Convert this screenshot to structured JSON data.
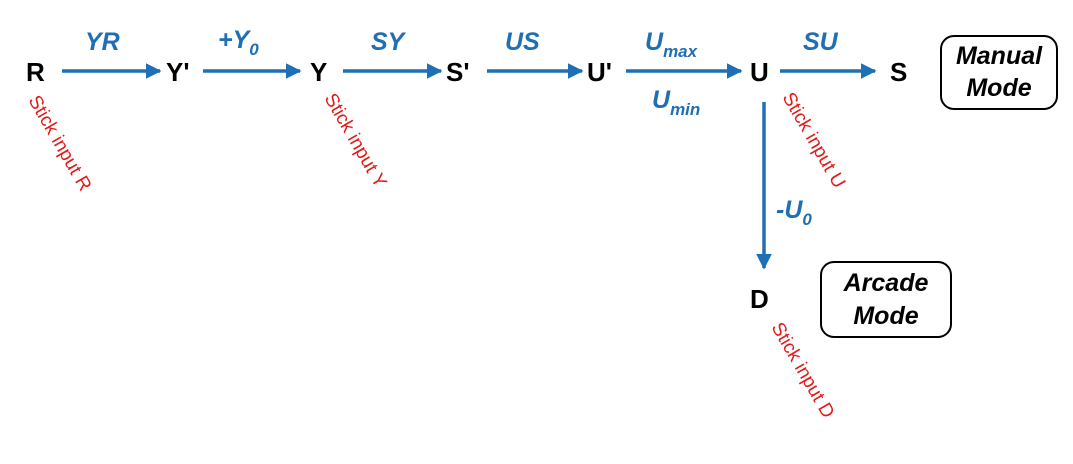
{
  "colors": {
    "arrow": "#1f6fb4",
    "label": "#1f6fb4",
    "stick": "#e21a1a",
    "node": "#000000"
  },
  "nodes": {
    "R": "R",
    "Yp": "Y'",
    "Y": "Y",
    "Sp": "S'",
    "Up": "U'",
    "U": "U",
    "S": "S",
    "D": "D"
  },
  "edges": {
    "yr": "YR",
    "plus_y": "+Y",
    "plus_y_sub": "0",
    "sy": "SY",
    "us": "US",
    "u_max": "U",
    "u_max_sub": "max",
    "u_min": "U",
    "u_min_sub": "min",
    "su": "SU",
    "minus_u": "-U",
    "minus_u_sub": "0"
  },
  "stick_inputs": {
    "r": "Stick input R",
    "y": "Stick input Y",
    "u": "Stick input U",
    "d": "Stick input D"
  },
  "modes": {
    "manual_line1": "Manual",
    "manual_line2": "Mode",
    "arcade_line1": "Arcade",
    "arcade_line2": "Mode"
  }
}
